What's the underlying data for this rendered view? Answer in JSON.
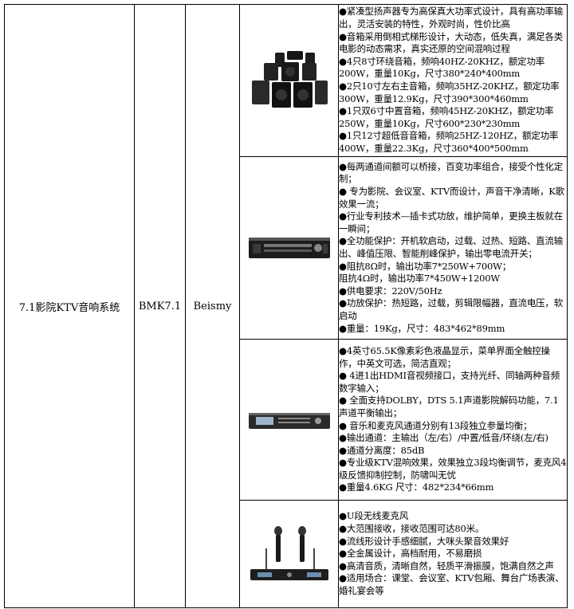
{
  "system_name": "7.1影院KTV音响系统",
  "model": "BMK7.1",
  "brand": "Beismy",
  "items": [
    {
      "icon": "speaker-set-icon",
      "lines": [
        "●紧凑型扬声器专为高保真大功率式设计，具有高功率输出，灵活安装的特性，外观时尚，性价比高",
        "●音箱采用倒相式梯形设计，大动态，低失真，满足各类电影的动态需求，真实还原的空间混响过程",
        "●4只8寸环绕音箱，频响40HZ-20KHZ，额定功率200W，重量10Kg，尺寸380*240*400mm",
        "●2只10寸左右主音箱，频响35HZ-20KHZ，额定功率300W，重量12.9Kg，尺寸390*300*460mm",
        "●1只双6寸中置音箱，频响45HZ-20KHZ，额定功率250W，重量10Kg，尺寸600*230*230mm",
        "●1只12寸超低音音箱，频响25HZ-120HZ，额定功率400W，重量22.3Kg，尺寸360*400*500mm"
      ]
    },
    {
      "icon": "power-amplifier-icon",
      "lines": [
        "●每两通道间额可以桥接，百变功率组合，接受个性化定制；",
        "● 专为影院、会议室、KTV而设计，声音干净清晰，K歌效果一流；",
        "●行业专利技术—插卡式功放，维护简单，更换主板就在一瞬间；",
        "●全功能保护：开机软启动，过载、过热、短路、直流输出、峰值压限、智能削峰保护，输出零电流开关；",
        "●阻抗8Ω时，输出功率7*250W+700W；",
        "阻抗4Ω时，输出功率7*450W+1200W",
        "●供电要求：220V/50Hz",
        "●功放保护：热短路，过载，剪辑限幅器，直流电压，软启动",
        "●重量：19Kg，尺寸：483*462*89mm"
      ]
    },
    {
      "icon": "decoder-processor-icon",
      "lines": [
        "●4英寸65.5K像素彩色液晶显示，菜单界面全触控操作，中英文可选，简洁直观；",
        "● 4进1出HDMI音视频接口，支持光纤、同轴两种音频数字输入；",
        "● 全面支持DOLBY，DTS 5.1声道影院解码功能，7.1声道平衡输出；",
        "● 音乐和麦克风通道分别有13段独立参量均衡；",
        "●输出通道：主输出（左/右）/中置/低音/环绕(左/右)",
        "●通道分离度：85dB",
        "●专业级KTV混响效果，效果独立3段均衡调节，麦克风4级反馈抑制控制，防啸叫无忧",
        "●重量4.6KG  尺寸：482*234*66mm"
      ]
    },
    {
      "icon": "wireless-microphone-icon",
      "lines": [
        "●U段无线麦克风",
        "●大范围接收，接收范围可达80米。",
        "●流线形设计手感细腻，大咪头聚音效果好",
        "●全金属设计，高档耐用，不易磨损",
        "●高清音质，清晰自然，轻质平滑振膜，饱满自然之声",
        "●适用场合：课堂、会议室、KTV包厢、舞台广场表演、婚礼宴会等"
      ]
    }
  ]
}
